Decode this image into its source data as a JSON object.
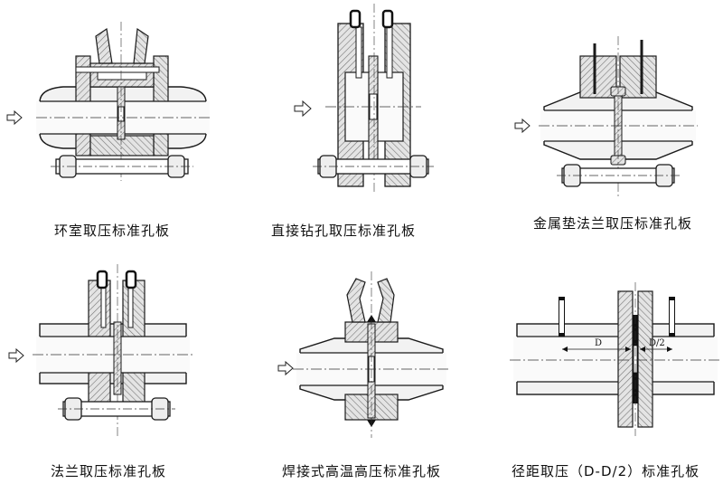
{
  "figures": [
    {
      "id": "ring-chamber",
      "caption": "环室取压标准孔板"
    },
    {
      "id": "direct-drill",
      "caption": "直接钻孔取压标准孔板"
    },
    {
      "id": "metal-gasket",
      "caption": "金属垫法兰取压标准孔板"
    },
    {
      "id": "flange-tap",
      "caption": "法兰取压标准孔板"
    },
    {
      "id": "welded-hp",
      "caption": "焊接式高温高压标准孔板"
    },
    {
      "id": "radius-tap",
      "caption": "径距取压（D-D/2）标准孔板"
    }
  ],
  "dimensions": {
    "d_full": "D",
    "d_half": "D/2"
  },
  "colors": {
    "line": "#1a1a1a",
    "hatch": "#9a9a9a",
    "fill": "#d8d8d8",
    "dark": "#111111"
  }
}
